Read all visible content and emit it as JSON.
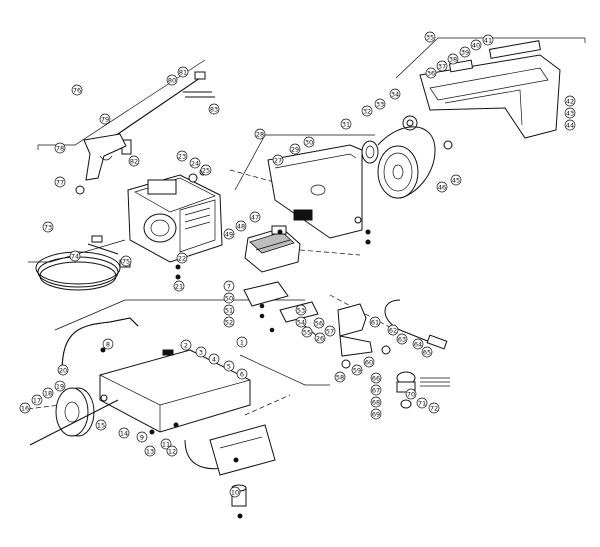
{
  "colors": {
    "line": "#111111",
    "background": "#ffffff",
    "shade": "#bdbdbd"
  },
  "callouts": [
    "1",
    "2",
    "3",
    "4",
    "5",
    "6",
    "7",
    "8",
    "9",
    "10",
    "11",
    "12",
    "13",
    "14",
    "15",
    "16",
    "17",
    "18",
    "19",
    "20",
    "21",
    "22",
    "23",
    "24",
    "25",
    "26",
    "27",
    "28",
    "29",
    "30",
    "31",
    "32",
    "33",
    "34",
    "35",
    "36",
    "37",
    "38",
    "39",
    "40",
    "41",
    "42",
    "43",
    "44",
    "45",
    "46",
    "47",
    "48",
    "49",
    "50",
    "51",
    "52",
    "53",
    "54",
    "55",
    "56",
    "57",
    "58",
    "59",
    "60",
    "61",
    "62",
    "63",
    "64",
    "65",
    "66",
    "67",
    "68",
    "69",
    "70",
    "71",
    "72",
    "73",
    "74",
    "75",
    "76",
    "77",
    "78",
    "79",
    "80",
    "81",
    "82",
    "83"
  ]
}
